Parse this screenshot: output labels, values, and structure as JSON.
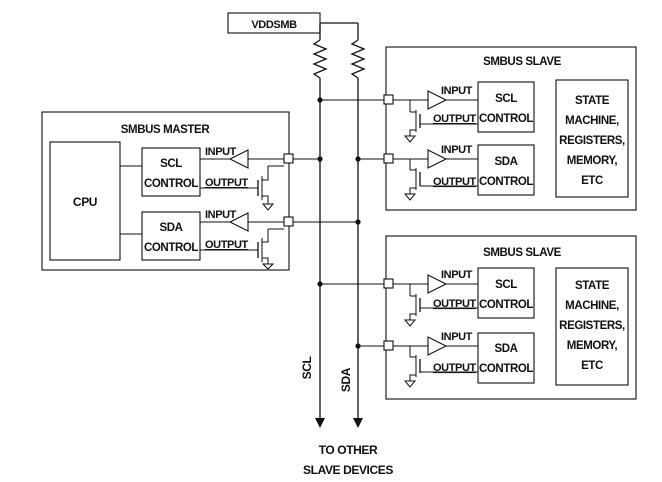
{
  "supply": {
    "label": "VDDSMB"
  },
  "master": {
    "title": "SMBUS MASTER",
    "cpu": "CPU",
    "scl_block": [
      "SCL",
      "CONTROL"
    ],
    "sda_block": [
      "SDA",
      "CONTROL"
    ],
    "input_label": "INPUT",
    "output_label": "OUTPUT"
  },
  "slaves": [
    {
      "title": "SMBUS SLAVE",
      "scl_block": [
        "SCL",
        "CONTROL"
      ],
      "sda_block": [
        "SDA",
        "CONTROL"
      ],
      "state_block": [
        "STATE",
        "MACHINE,",
        "REGISTERS,",
        "MEMORY,",
        "ETC"
      ],
      "input_label": "INPUT",
      "output_label": "OUTPUT"
    },
    {
      "title": "SMBUS SLAVE",
      "scl_block": [
        "SCL",
        "CONTROL"
      ],
      "sda_block": [
        "SDA",
        "CONTROL"
      ],
      "state_block": [
        "STATE",
        "MACHINE,",
        "REGISTERS,",
        "MEMORY,",
        "ETC"
      ],
      "input_label": "INPUT",
      "output_label": "OUTPUT"
    }
  ],
  "bus": {
    "scl_label": "SCL",
    "sda_label": "SDA"
  },
  "footer": {
    "line1": "TO OTHER",
    "line2": "SLAVE DEVICES"
  }
}
